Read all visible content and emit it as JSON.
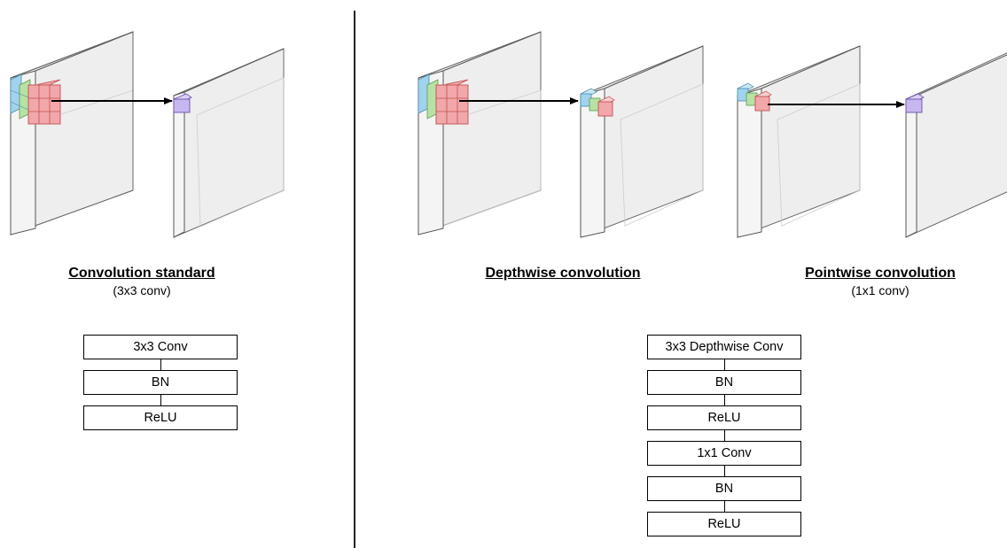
{
  "sections": {
    "standard": {
      "title": "Convolution standard",
      "subtitle": "(3x3 conv)",
      "flow": [
        "3x3 Conv",
        "BN",
        "ReLU"
      ]
    },
    "depthwise": {
      "title": "Depthwise convolution"
    },
    "pointwise": {
      "title": "Pointwise convolution",
      "subtitle": "(1x1 conv)"
    },
    "separable_flow": [
      "3x3 Depthwise Conv",
      "BN",
      "ReLU",
      "1x1 Conv",
      "BN",
      "ReLU"
    ]
  },
  "colors": {
    "channel_blue": "#9fd3ef",
    "channel_green": "#b7e2a4",
    "channel_red": "#f2a7ab",
    "output_purple": "#c8b6ee",
    "block_fill": "#eeeeee",
    "arrow": "#000000"
  }
}
